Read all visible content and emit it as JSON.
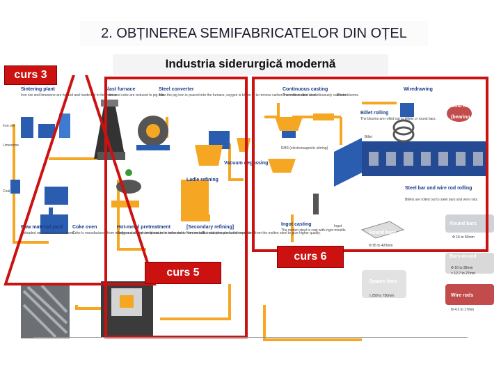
{
  "title": "2. OBȚINEREA SEMIFABRICATELOR DIN OȚEL",
  "subtitle": "Industria siderurgică modernă",
  "overlays": {
    "curs3": "curs 3",
    "curs5": "curs 5",
    "curs6": "curs 6"
  },
  "colors": {
    "accent_red": "#cc1111",
    "flow_orange": "#f5a623",
    "equipment_blue": "#2a5db0",
    "label_blue": "#1a3a8a"
  },
  "processes": {
    "sintering": {
      "label": "Sintering plant",
      "desc": "Iron ore and limestone are heated and hardened to form sinter."
    },
    "blast_furnace": {
      "label": "Blast furnace",
      "desc": "Sinter and coke are reduced to pig iron."
    },
    "steel_converter": {
      "label": "Steel converter",
      "desc": "After the pig iron is poured into the furnace, oxygen is blown in to remove carbon from the molten steel."
    },
    "continuous_casting": {
      "label": "Continuous casting",
      "desc": "The molten steel is continuously cast into blooms."
    },
    "wire_drawing": {
      "label": "Wiredrawing",
      "desc": ""
    },
    "billet_rolling": {
      "label": "Billet rolling",
      "desc": "The blooms are rolled out to billets or round bars."
    },
    "vacuum_degassing": {
      "label": "Vacuum degassing",
      "desc": ""
    },
    "ladle_refining": {
      "label": "Ladle refining",
      "desc": ""
    },
    "raw_material_yard": {
      "label": "Raw material yard",
      "desc": "Unloaded raw materials are stored."
    },
    "coke_oven": {
      "label": "Coke oven",
      "desc": "Coke is manufactured from mostly coal at high temperature in coke oven."
    },
    "hot_metal_pretreatment": {
      "label": "Hot-metal pretreatment",
      "desc": "Oxygen and lime are blown in to hot metal to remove sulfur and phosphorus of impurities."
    },
    "secondary_refining": {
      "label": "[Secondary refining]",
      "desc": "Non-metallic inclusions are further removed from the molten steel to give higher quality."
    },
    "ingot_casting": {
      "label": "Ingot casting",
      "desc": "The molten steel is cast with ingot moulds."
    },
    "steel_bar_rolling": {
      "label": "Steel bar and wire rod rolling",
      "desc": "Billets are rolled out to steel bars and wire rods."
    }
  },
  "side_labels": {
    "iron_ore": "Iron ore",
    "limestone": "Limestone",
    "coal": "Coal",
    "bloom": "Bloom",
    "billet": "Billet",
    "ingot": "Ingot",
    "ems": "EMS (electromagnetic stirring)"
  },
  "products": {
    "cold_drawn": {
      "label": "Cold drawn wire rods",
      "extra": "(bearing steel)"
    },
    "round_bars_right": {
      "label": "Round bars",
      "dims": "Φ 16 to 50mm"
    },
    "round_bars_center": {
      "label": "Round bars",
      "dims": "Φ 95 to 420mm"
    },
    "bars_in_coil": {
      "label": "Bars-in-coil",
      "dims": "Φ 16 to 38mm",
      "dims2": "□ 12.7 to 27mm"
    },
    "square_bars": {
      "label": "Square bars",
      "dims": "□ 250 to 750mm"
    },
    "wire_rods": {
      "label": "Wire rods",
      "dims": "Φ 4.2 to 17mm"
    }
  }
}
